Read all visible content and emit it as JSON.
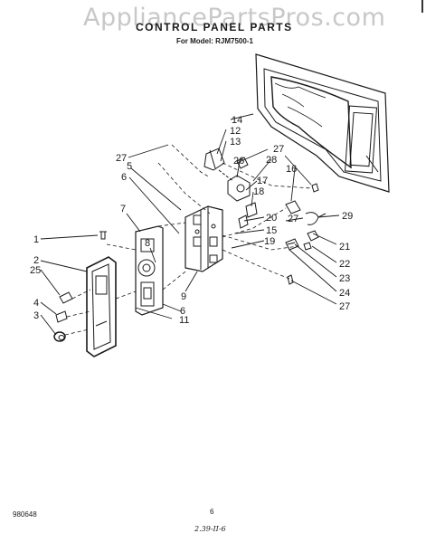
{
  "header": {
    "watermark": "AppliancePartsPros.com",
    "title": "CONTROL PANEL PARTS",
    "model": "For Model: RJM7500-1"
  },
  "footer": {
    "code": "980648",
    "page": "6",
    "mark": "2.39-II-6"
  },
  "callouts": [
    "27",
    "5",
    "6",
    "7",
    "1",
    "2",
    "25",
    "4",
    "3",
    "8",
    "9",
    "6",
    "11",
    "14",
    "12",
    "13",
    "26",
    "28",
    "27",
    "16",
    "17",
    "18",
    "20",
    "15",
    "19",
    "27",
    "29",
    "21",
    "22",
    "23",
    "24",
    "27"
  ],
  "colors": {
    "ink": "#1a1a1a",
    "watermark": "#c8c8c8",
    "paper": "#ffffff"
  }
}
